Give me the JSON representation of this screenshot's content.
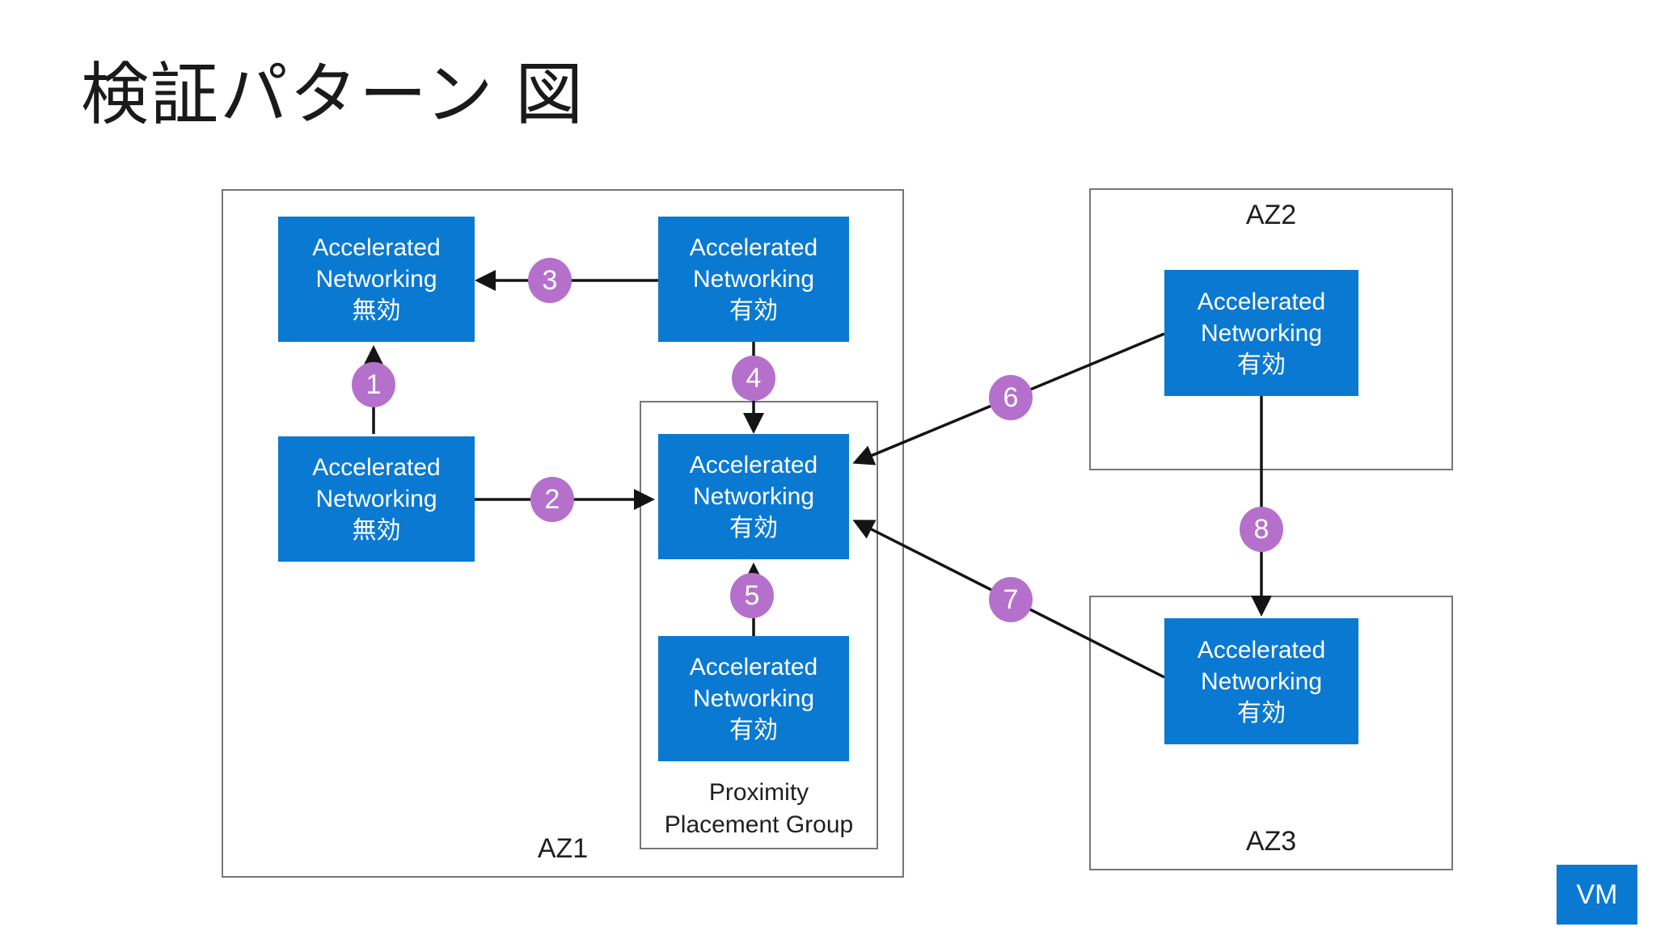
{
  "title": "検証パターン 図",
  "zones": {
    "az1": {
      "label": "AZ1"
    },
    "az2": {
      "label": "AZ2"
    },
    "az3": {
      "label": "AZ3"
    },
    "ppg": {
      "label_line1": "Proximity",
      "label_line2": "Placement Group"
    }
  },
  "vms": {
    "az1_top_left": {
      "line1": "Accelerated",
      "line2": "Networking",
      "line3": "無効"
    },
    "az1_top_right": {
      "line1": "Accelerated",
      "line2": "Networking",
      "line3": "有効"
    },
    "az1_bottom_left": {
      "line1": "Accelerated",
      "line2": "Networking",
      "line3": "無効"
    },
    "ppg_middle": {
      "line1": "Accelerated",
      "line2": "Networking",
      "line3": "有効"
    },
    "ppg_bottom": {
      "line1": "Accelerated",
      "line2": "Networking",
      "line3": "有効"
    },
    "az2_vm": {
      "line1": "Accelerated",
      "line2": "Networking",
      "line3": "有効"
    },
    "az3_vm": {
      "line1": "Accelerated",
      "line2": "Networking",
      "line3": "有効"
    }
  },
  "connections": {
    "c1": {
      "number": "1",
      "from": "az1_bottom_left",
      "to": "az1_top_left"
    },
    "c2": {
      "number": "2",
      "from": "az1_bottom_left",
      "to": "ppg_middle"
    },
    "c3": {
      "number": "3",
      "from": "az1_top_right",
      "to": "az1_top_left"
    },
    "c4": {
      "number": "4",
      "from": "az1_top_right",
      "to": "ppg_middle"
    },
    "c5": {
      "number": "5",
      "from": "ppg_bottom",
      "to": "ppg_middle"
    },
    "c6": {
      "number": "6",
      "from": "az2_vm",
      "to": "ppg_middle"
    },
    "c7": {
      "number": "7",
      "from": "az3_vm",
      "to": "ppg_middle"
    },
    "c8": {
      "number": "8",
      "from": "az2_vm",
      "to": "az3_vm"
    }
  },
  "legend": {
    "vm": "VM"
  },
  "colors": {
    "vm_blue": "#0a79d2",
    "circle_purple": "#b570cc",
    "zone_border": "#767676",
    "arrow_line": "#141414",
    "title_text": "#1a1a1a",
    "background": "#ffffff"
  }
}
